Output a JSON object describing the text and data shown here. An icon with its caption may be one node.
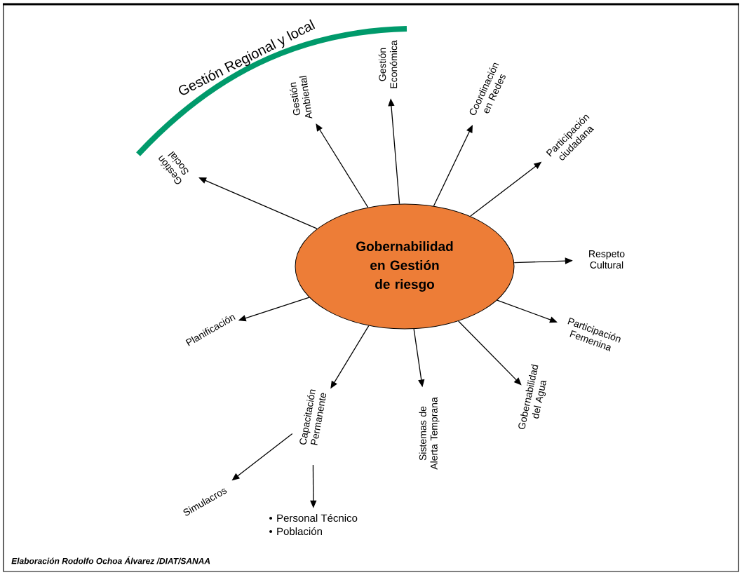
{
  "diagram": {
    "caption": "Elaboración Rodolfo Ochoa Álvarez /DIAT/SANAA",
    "nodes": [
      {
        "text": [
          "Gobernabilidad en Gestión de riesgo"
        ]
      },
      {
        "text": [
          "Gestión Social"
        ]
      },
      {
        "text": [
          "Gestión Ambiental"
        ]
      },
      {
        "text": [
          "Gestión Económica"
        ]
      },
      {
        "text": [
          "Coordinación en Redes"
        ]
      },
      {
        "text": [
          "Participación ciudadana"
        ]
      },
      {
        "text": [
          "Respeto Cultural"
        ]
      },
      {
        "text": [
          "Participación Femenina"
        ]
      },
      {
        "text": [
          "Gobernabilidad del Agua"
        ]
      },
      {
        "text": [
          "Sistemas de Alerta Temprana"
        ]
      },
      {
        "text": [
          "Capacitación Permanente"
        ]
      },
      {
        "text": [
          "Planificación"
        ]
      },
      {
        "text": [
          "Simulacros"
        ]
      },
      {
        "text": [
          "Personal Técnico",
          "Población"
        ]
      }
    ],
    "edges": [
      {
        "from": 0,
        "to": 1,
        "arrow": "to"
      },
      {
        "from": 0,
        "to": 2,
        "arrow": "to"
      },
      {
        "from": 0,
        "to": 3,
        "arrow": "to"
      },
      {
        "from": 0,
        "to": 4,
        "arrow": "to"
      },
      {
        "from": 0,
        "to": 5,
        "arrow": "to"
      },
      {
        "from": 0,
        "to": 6,
        "arrow": "to"
      },
      {
        "from": 0,
        "to": 7,
        "arrow": "to"
      },
      {
        "from": 0,
        "to": 8,
        "arrow": "to"
      },
      {
        "from": 0,
        "to": 9,
        "arrow": "to"
      },
      {
        "from": 0,
        "to": 10,
        "arrow": "to"
      },
      {
        "from": 0,
        "to": 11,
        "arrow": "to"
      },
      {
        "from": 10,
        "to": 12,
        "arrow": "to"
      },
      {
        "from": 10,
        "to": 13,
        "arrow": "to"
      }
    ],
    "labels": [
      "Gestión Regional y local"
    ]
  }
}
